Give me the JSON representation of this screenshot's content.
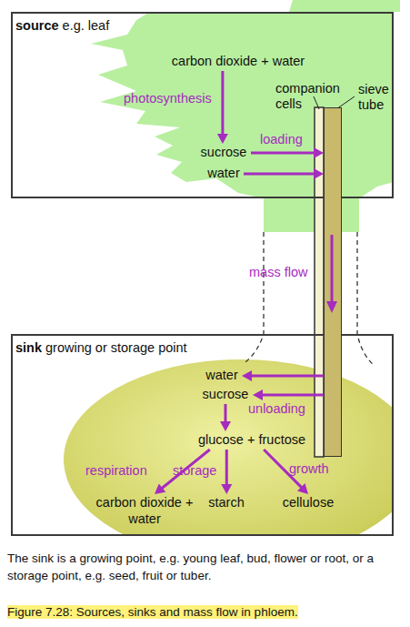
{
  "diagram": {
    "caption": "Figure 7.28: Sources, sinks and mass flow in phloem.",
    "nodes": [
      {
        "text": [
          "source",
          "e.g. leaf"
        ]
      },
      {
        "text": [
          "carbon dioxide + water"
        ],
        "in": 0
      },
      {
        "text": [
          "sucrose"
        ],
        "in": 0
      },
      {
        "text": [
          "water"
        ],
        "in": 0
      },
      {
        "text": [
          "sieve tube"
        ]
      },
      {
        "text": [
          "sink",
          "growing or storage point"
        ]
      },
      {
        "text": [
          "water"
        ],
        "in": 5
      },
      {
        "text": [
          "sucrose"
        ],
        "in": 5
      },
      {
        "text": [
          "glucose + fructose"
        ],
        "in": 5
      },
      {
        "text": [
          "carbon dioxide + water"
        ],
        "in": 5
      },
      {
        "text": [
          "starch"
        ],
        "in": 5
      },
      {
        "text": [
          "cellulose"
        ],
        "in": 5
      }
    ],
    "edges": [
      {
        "from": 1,
        "to": 2,
        "arrow": "to",
        "label": "photosynthesis"
      },
      {
        "from": 2,
        "to": 4,
        "arrow": "to",
        "label": "loading"
      },
      {
        "from": 3,
        "to": 4,
        "arrow": "to"
      },
      {
        "from": 4,
        "to": 6,
        "arrow": "to"
      },
      {
        "from": 4,
        "to": 7,
        "arrow": "to",
        "label": "unloading"
      },
      {
        "from": 7,
        "to": 8,
        "arrow": "to"
      },
      {
        "from": 8,
        "to": 9,
        "arrow": "to",
        "label": "respiration"
      },
      {
        "from": 8,
        "to": 10,
        "arrow": "to",
        "label": "storage"
      },
      {
        "from": 8,
        "to": 11,
        "arrow": "to",
        "label": "growth"
      }
    ],
    "labels": [
      "companion cells",
      "mass flow",
      "The sink is a growing point, e.g. young leaf, bud, flower or root, or a storage point, e.g. seed, fruit or tuber."
    ]
  }
}
